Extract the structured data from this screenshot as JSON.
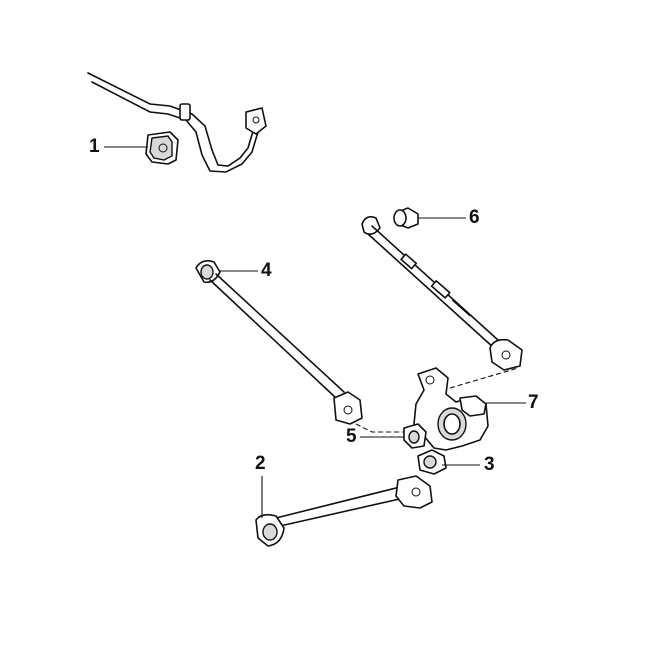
{
  "callouts": [
    {
      "id": "1",
      "text": "1",
      "part": "stabilizer-bushing"
    },
    {
      "id": "2",
      "text": "2",
      "part": "trailing-arm"
    },
    {
      "id": "3",
      "text": "3",
      "part": "knuckle-lower-bushing"
    },
    {
      "id": "4",
      "text": "4",
      "part": "upper-control-arm"
    },
    {
      "id": "5",
      "text": "5",
      "part": "knuckle-inner-bushing"
    },
    {
      "id": "6",
      "text": "6",
      "part": "lateral-link-bushing"
    },
    {
      "id": "7",
      "text": "7",
      "part": "rear-knuckle"
    }
  ],
  "colors": {
    "ink": "#111111",
    "background": "#ffffff",
    "shade": "#d9d9d9"
  }
}
